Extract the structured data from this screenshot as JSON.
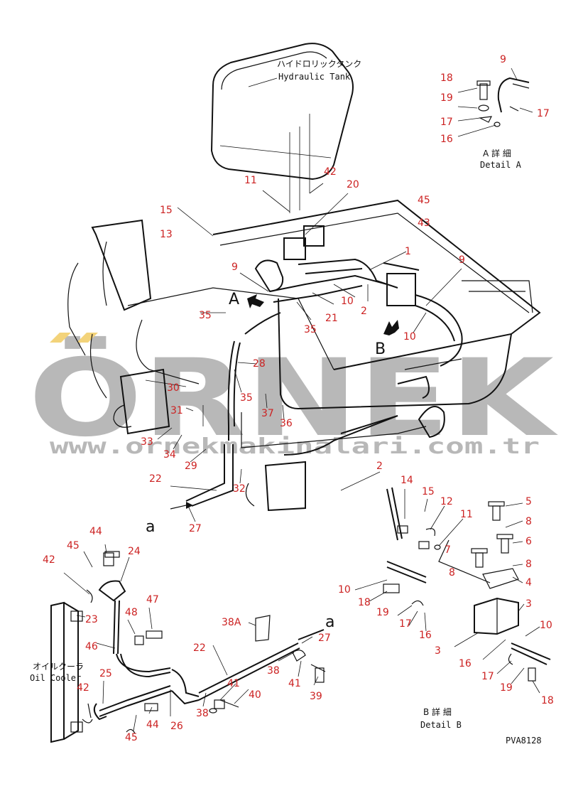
{
  "labels": {
    "hydraulic_tank_jp": "ハイドロリックタンク",
    "hydraulic_tank_en": "Hydraulic Tank",
    "detail_a_jp": "A 詳 細",
    "detail_a_en": "Detail A",
    "detail_b_jp": "B 詳 細",
    "detail_b_en": "Detail B",
    "oil_cooler_jp": "オイルクーラ",
    "oil_cooler_en": "Oil Cooler",
    "view_a": "A",
    "view_b": "B",
    "view_a_lower": "a",
    "drawing_code": "PVA8128"
  },
  "watermark": {
    "brand": "ÖRNEK",
    "url": "www.ornekmakinalari.com.tr",
    "accent_color": "#f3d37a",
    "text_color": "#b8b8b8"
  },
  "callouts": [
    "9",
    "18",
    "19",
    "17",
    "17",
    "16",
    "11",
    "42",
    "20",
    "15",
    "45",
    "13",
    "43",
    "1",
    "9",
    "9",
    "35",
    "21",
    "10",
    "2",
    "10",
    "35",
    "28",
    "30",
    "31",
    "35",
    "37",
    "36",
    "33",
    "34",
    "29",
    "22",
    "32",
    "27",
    "2",
    "14",
    "15",
    "12",
    "11",
    "7",
    "5",
    "8",
    "6",
    "8",
    "8",
    "4",
    "10",
    "18",
    "19",
    "17",
    "16",
    "3",
    "3",
    "10",
    "16",
    "17",
    "19",
    "18",
    "44",
    "45",
    "24",
    "42",
    "23",
    "48",
    "47",
    "46",
    "25",
    "42",
    "44",
    "45",
    "26",
    "38A",
    "27",
    "22",
    "38",
    "41",
    "39",
    "40",
    "41",
    "38"
  ]
}
